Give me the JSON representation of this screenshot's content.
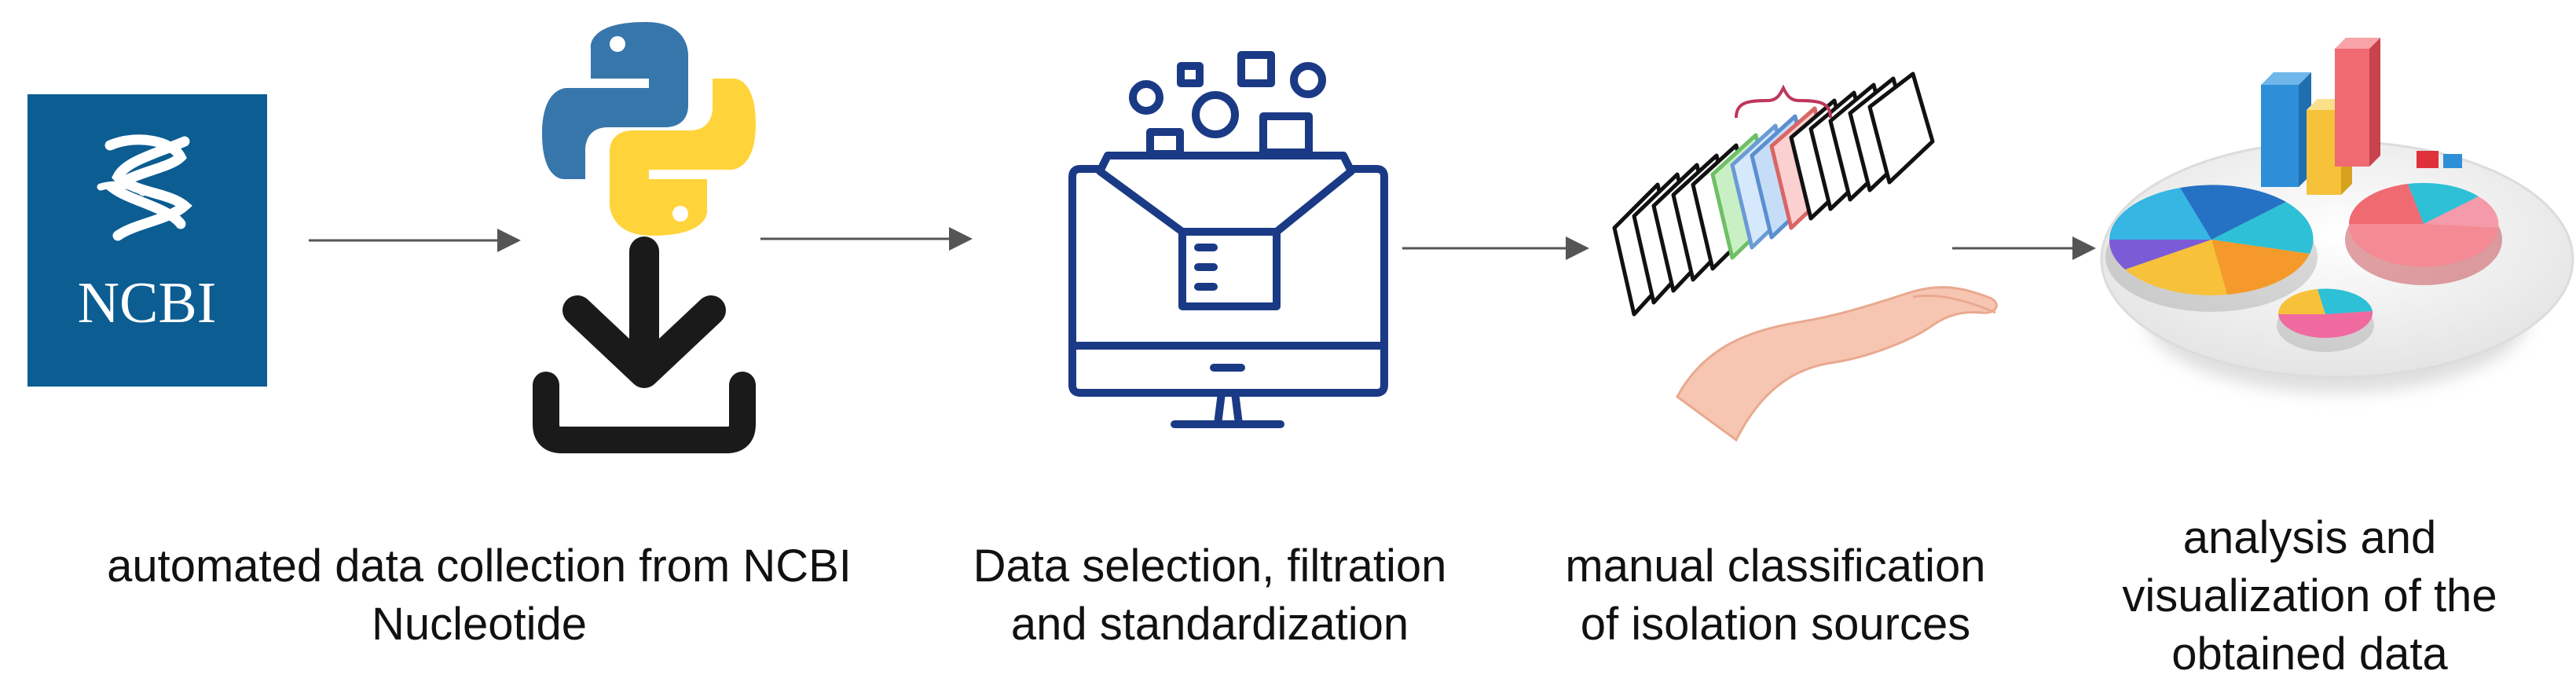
{
  "ncbi_logo": {
    "text": "NCBI"
  },
  "steps": [
    {
      "lines": [
        "automated data collection from NCBI",
        "Nucleotide"
      ]
    },
    {
      "lines": [
        "Data selection, filtration",
        "and standardization"
      ]
    },
    {
      "lines": [
        "manual classification",
        "of isolation sources"
      ]
    },
    {
      "lines": [
        "analysis and",
        "visualization of the",
        "obtained data"
      ]
    }
  ],
  "colors": {
    "ncbi_blue": "#0b5d92",
    "python_blue": "#3776ab",
    "python_yellow": "#ffd43b",
    "navy": "#1b3a86",
    "arrow": "#555555",
    "skin": "#f7c6b2"
  },
  "icons": [
    "ncbi-logo-icon",
    "python-icon",
    "download-icon",
    "funnel-monitor-icon",
    "hand-cards-icon",
    "charts-icon"
  ]
}
